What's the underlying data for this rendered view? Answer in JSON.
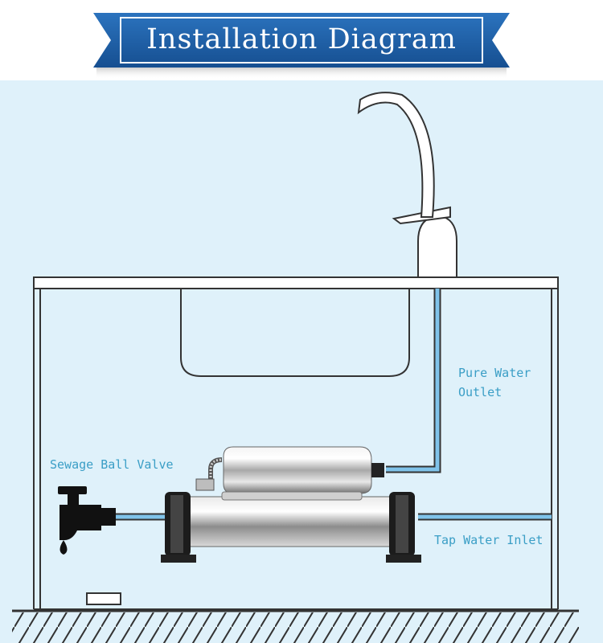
{
  "banner": {
    "title": "Installation Diagram",
    "color": "#1a5fa8"
  },
  "labels": {
    "pure_water_line1": "Pure Water",
    "pure_water_line2": "Outlet",
    "sewage_ball_valve": "Sewage Ball Valve",
    "tap_water_inlet": "Tap Water Inlet"
  },
  "colors": {
    "background": "#dff1fa",
    "pipe": "#7fc3ea",
    "outline": "#333333",
    "label_text": "#3a9ec6"
  }
}
